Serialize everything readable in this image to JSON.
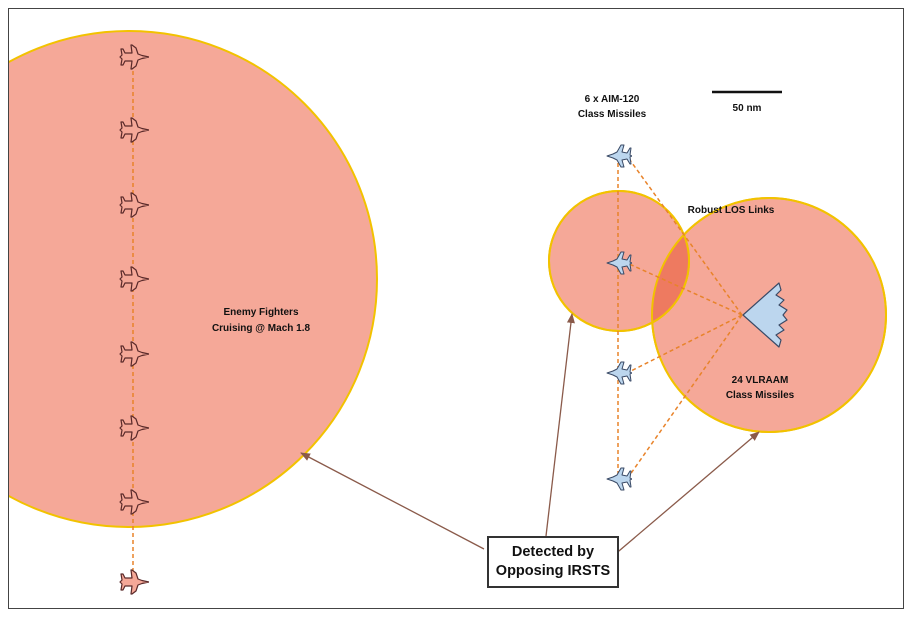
{
  "labels": {
    "enemy_fighters_line1": "Enemy Fighters",
    "enemy_fighters_line2": "Cruising @ Mach 1.8",
    "aim120_line1": "6 x AIM-120",
    "aim120_line2": "Class Missiles",
    "scale": "50 nm",
    "links": "Robust LOS Links",
    "vlraam_line1": "24 VLRAAM",
    "vlraam_line2": "Class Missiles",
    "detected_line1": "Detected by",
    "detected_line2": "Opposing IRSTS"
  },
  "icons": {
    "enemy_fighter": "fighter-jet-icon",
    "friendly_missile_carrier": "jet-icon",
    "bomber": "flying-wing-icon"
  },
  "colors": {
    "zone_fill": "#f5a898",
    "zone_stroke": "#f2c200",
    "overlap_fill": "#ee7a60",
    "link_dash": "#e8832a",
    "friendly_fill": "#bcd6ee",
    "friendly_stroke": "#3a4a66",
    "arrow": "#8a5a4a"
  }
}
